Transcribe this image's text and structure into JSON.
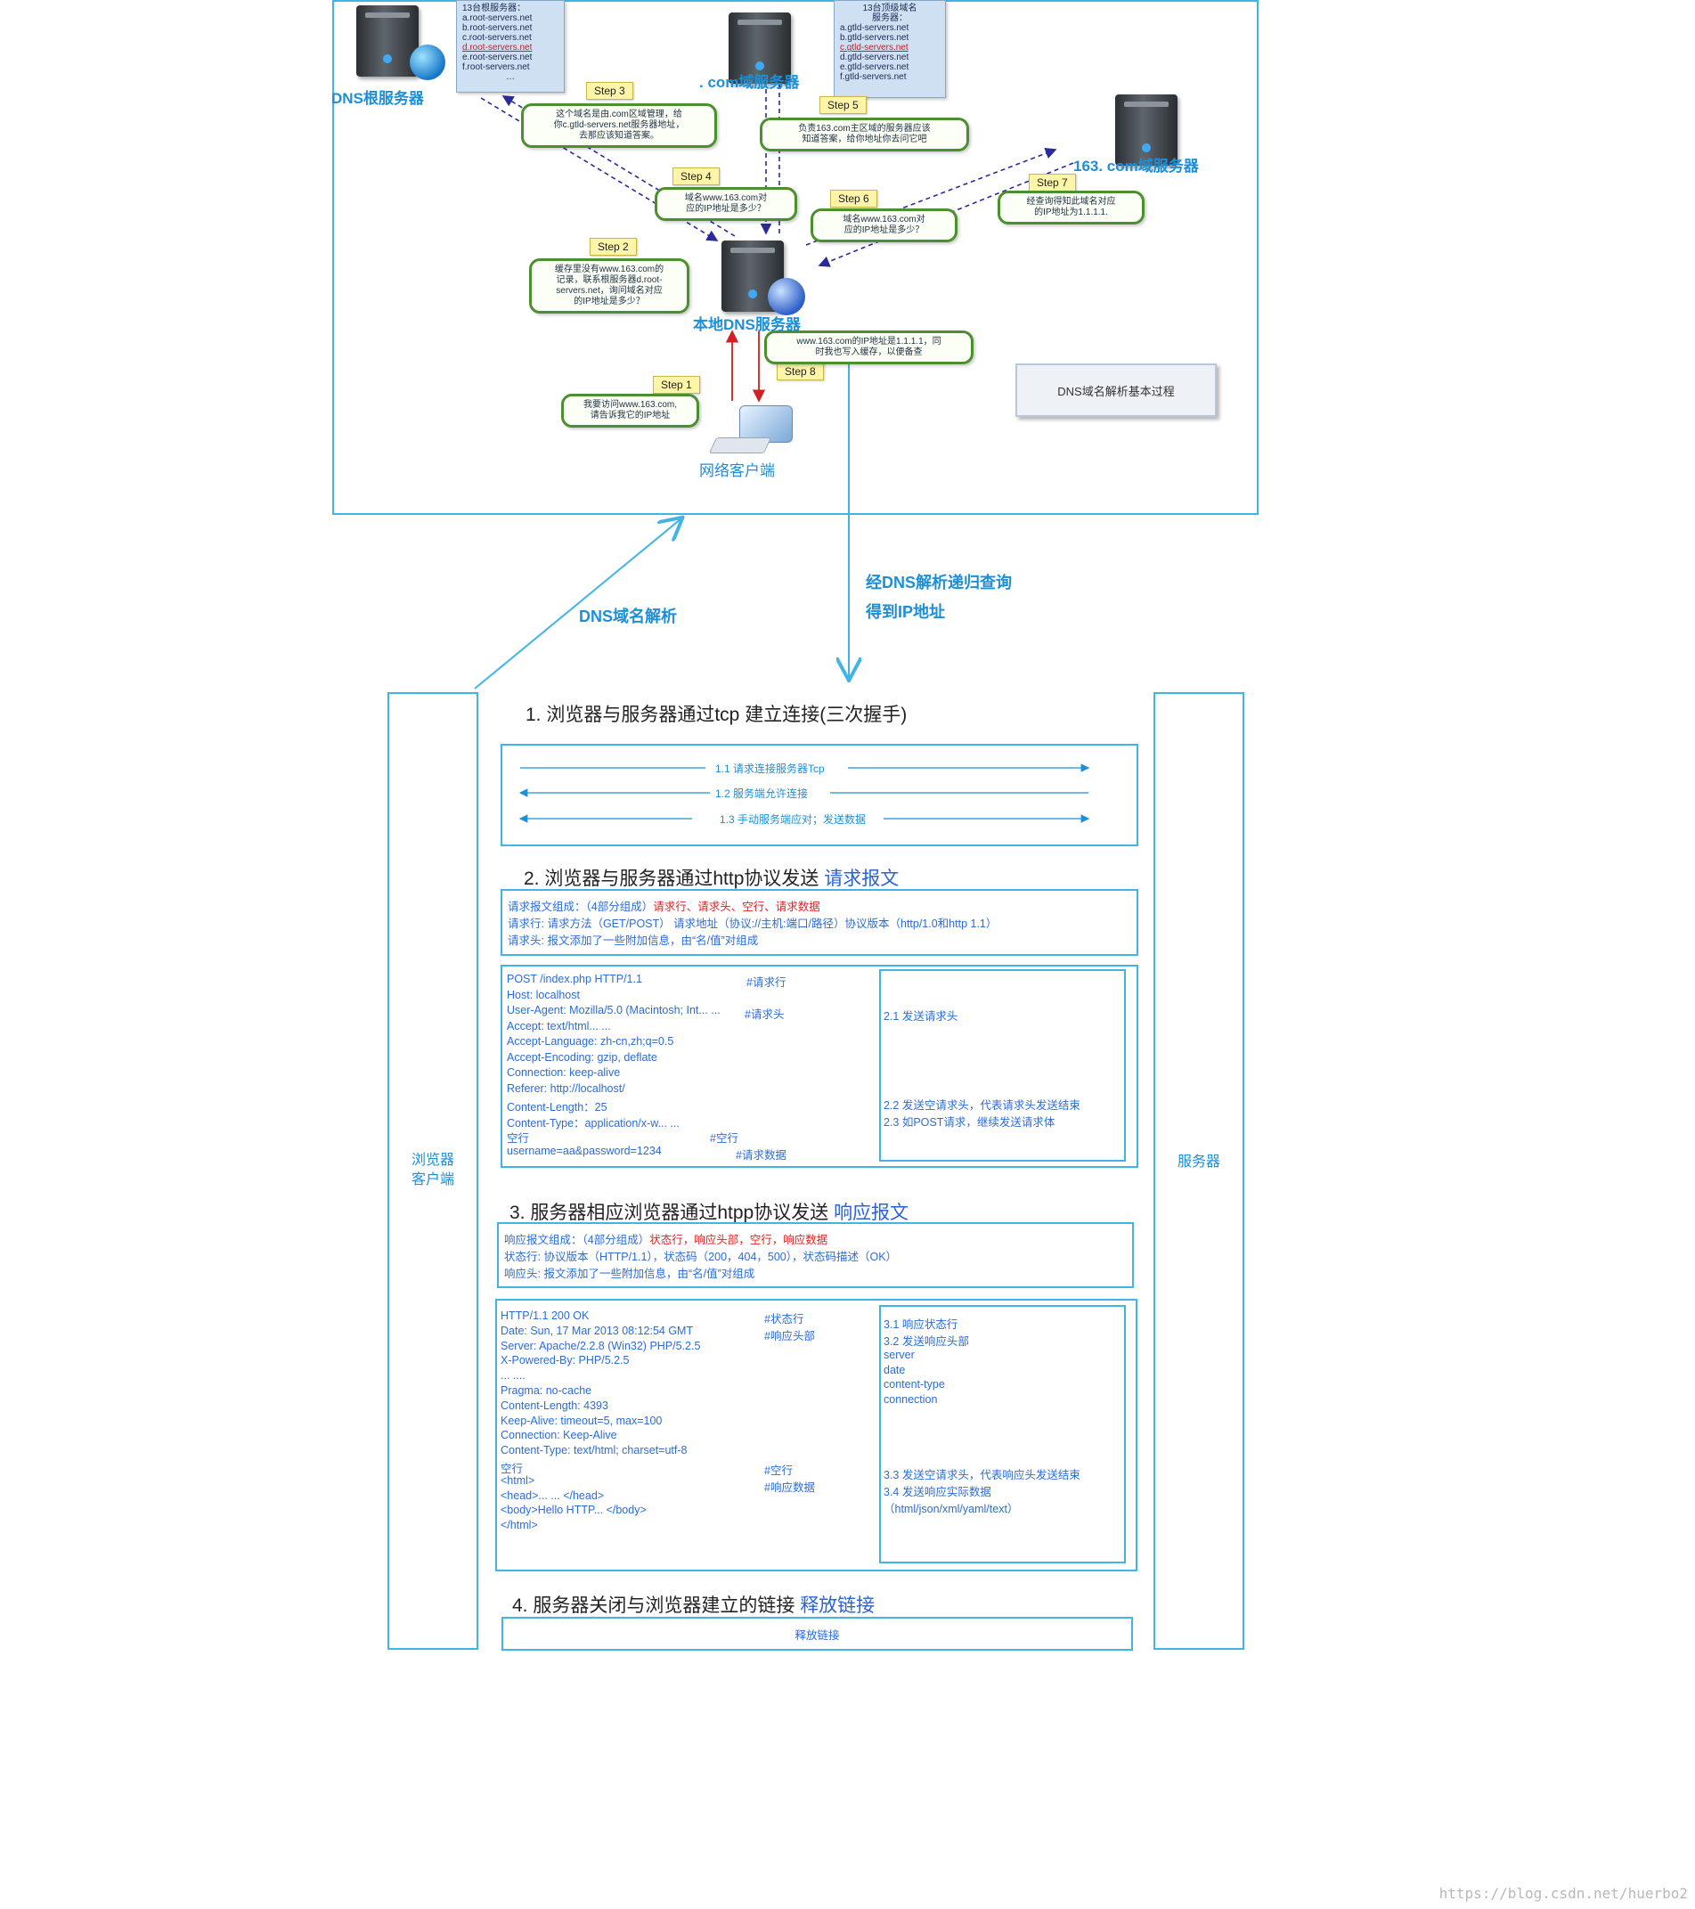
{
  "dns": {
    "root_server_label": "DNS根服务器",
    "root_list": {
      "title": "13台根服务器：",
      "items": [
        "a.root-servers.net",
        "b.root-servers.net",
        "c.root-servers.net",
        "d.root-servers.net",
        "e.root-servers.net",
        "f.root-servers.net",
        "…"
      ],
      "highlight_index": 3
    },
    "com_server_label": ". com域服务器",
    "tld_list": {
      "title": "13台顶级域名\n服务器：",
      "items": [
        "a.gtld-servers.net",
        "b.gtld-servers.net",
        "c.gtld-servers.net",
        "d.gtld-servers.net",
        "e.gtld-servers.net",
        "f.gtld-servers.net"
      ],
      "highlight_index": 2
    },
    "domain163_label": "163. com域服务器",
    "local_dns_label": "本地DNS服务器",
    "client_label": "网络客户端",
    "title_box": "DNS域名解析基本过程",
    "steps": {
      "step1": "Step 1",
      "step2": "Step 2",
      "step3": "Step 3",
      "step4": "Step 4",
      "step5": "Step 5",
      "step6": "Step 6",
      "step7": "Step 7",
      "step8": "Step 8"
    },
    "bubbles": {
      "b1": "我要访问www.163.com,\n请告诉我它的IP地址",
      "b2": "缓存里没有www.163.com的\n记录，联系根服务器d.root-\nservers.net，询问域名对应\n的IP地址是多少？",
      "b3": "这个域名是由.com区域管理，给\n你c.gtld-servers.net服务器地址，\n去那应该知道答案。",
      "b4": "域名www.163.com对\n应的IP地址是多少？",
      "b5": "负责163.com主区域的服务器应该\n知道答案，给你地址你去问它吧",
      "b6": "域名www.163.com对\n应的IP地址是多少？",
      "b7": "经查询得知此域名对应\n的IP地址为1.1.1.1.",
      "b8": "www.163.com的IP地址是1.1.1.1，同\n时我也写入缓存，以便备查"
    }
  },
  "transition": {
    "left_label": "DNS域名解析",
    "right_label_1": "经DNS解析递归查询",
    "right_label_2": "得到IP地址"
  },
  "http": {
    "browser_label": "浏览器\n客户端",
    "server_label": "服务器",
    "sec1": {
      "title": "1. 浏览器与服务器通过tcp 建立连接(三次握手)",
      "a1": "1.1  请求连接服务器Tcp",
      "a2": "1.2  服务端允许连接",
      "a3": "1.3 手动服务端应对；发送数据"
    },
    "sec2": {
      "title": "2. 浏览器与服务器通过http协议发送 ",
      "title_hl": "请求报文",
      "line1_a": "请求报文组成：（4部分组成）",
      "line1_b": "请求行、请求头、空行、请求数据",
      "line2": "请求行: 请求方法（GET/POST） 请求地址（协议://主机:端口/路径）协议版本（http/1.0和http 1.1）",
      "line3": "请求头: 报文添加了一些附加信息，由“名/值”对组成",
      "code": [
        "POST     /index.php    HTTP/1.1",
        "Host: localhost",
        "User-Agent: Mozilla/5.0 (Macintosh; Int... ...",
        "Accept: text/html... ...",
        "Accept-Language: zh-cn,zh;q=0.5",
        "Accept-Encoding: gzip, deflate",
        "Connection: keep-alive",
        "Referer: http://localhost/",
        "Content-Length：25",
        "Content-Type：application/x-w... ...",
        "空行",
        "username=aa&password=1234"
      ],
      "c_reqline": "#请求行",
      "c_reqhead": "#请求头",
      "c_blank": "#空行",
      "c_data": "#请求数据",
      "n1": "2.1 发送请求头",
      "n2": "2.2 发送空请求头，代表请求头发送结束",
      "n3": "2.3 如POST请求，继续发送请求体"
    },
    "sec3": {
      "title": "3. 服务器相应浏览器通过htpp协议发送 ",
      "title_hl": "响应报文",
      "line1_a": "响应报文组成：（4部分组成）",
      "line1_b": "状态行，响应头部，空行，响应数据",
      "line2": "状态行: 协议版本（HTTP/1.1），状态码（200，404，500），状态码描述（OK）",
      "line3": "响应头: 报文添加了一些附加信息，由“名/值”对组成",
      "code": [
        "HTTP/1.1 200 OK",
        "Date: Sun, 17 Mar 2013 08:12:54 GMT",
        "Server: Apache/2.2.8 (Win32) PHP/5.2.5",
        "X-Powered-By: PHP/5.2.5",
        "... ....",
        "Pragma: no-cache",
        "Content-Length: 4393",
        "Keep-Alive: timeout=5, max=100",
        "Connection: Keep-Alive",
        "Content-Type: text/html; charset=utf-8",
        "空行",
        "<html>",
        "<head>... ... </head>",
        "<body>Hello HTTP... </body>",
        "</html>"
      ],
      "c_status": "#状态行",
      "c_head": "#响应头部",
      "c_blank": "#空行",
      "c_data": "#响应数据",
      "n1": "3.1 响应状态行",
      "n2": "3.2 发送响应头部",
      "n2_items": [
        "server",
        "date",
        "content-type",
        "connection"
      ],
      "n3": "3.3 发送空请求头，代表响应头发送结束",
      "n4": "3.4 发送响应实际数据",
      "n5": "（html/json/xml/yaml/text）"
    },
    "sec4": {
      "title": "4. 服务器关闭与浏览器建立的链接 ",
      "title_hl": "释放链接",
      "box": "释放链接"
    }
  },
  "watermark": "https://blog.csdn.net/huerbo2"
}
